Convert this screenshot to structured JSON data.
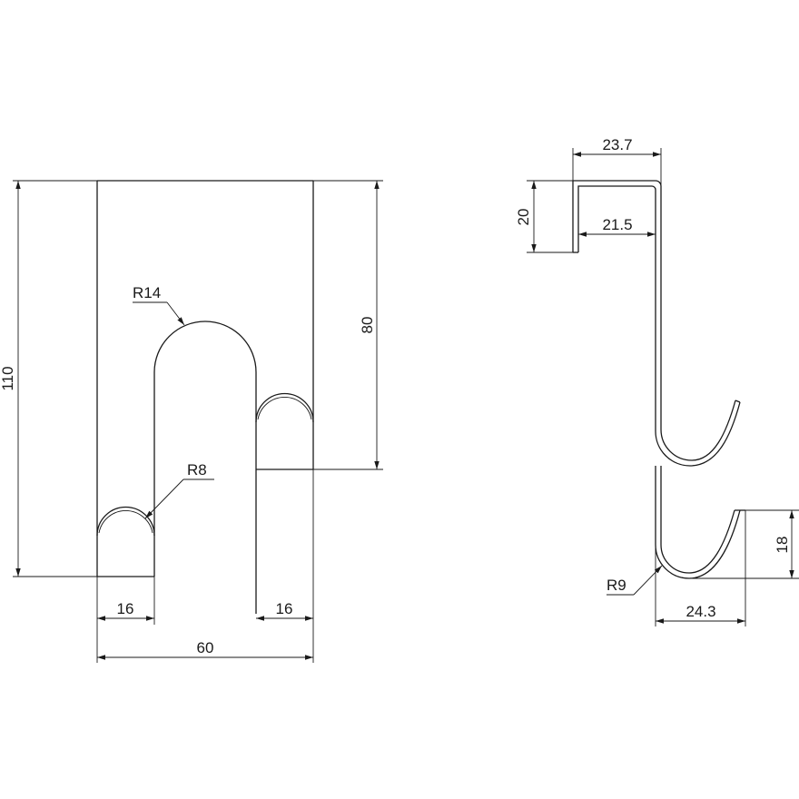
{
  "front_view": {
    "dimensions": {
      "total_height": "110",
      "slot_height": "80",
      "top_radius": "R14",
      "small_radius": "R8",
      "left_prong_width": "16",
      "right_prong_width": "16",
      "total_width": "60"
    }
  },
  "side_view": {
    "dimensions": {
      "outer_width": "23.7",
      "inner_width": "21.5",
      "top_lip_height": "20",
      "hook_radius": "R9",
      "hook_depth": "24.3",
      "hook_height": "18"
    }
  },
  "colors": {
    "line": "#1a1a1a",
    "background": "#ffffff"
  }
}
